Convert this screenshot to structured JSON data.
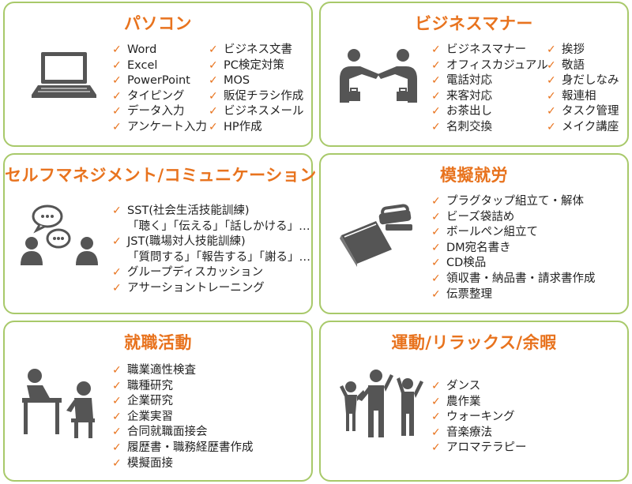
{
  "colors": {
    "accent": "#e8731e",
    "border": "#a8c96a",
    "icon": "#555555"
  },
  "check_mark": "✓",
  "cards": [
    {
      "title": "パソコン",
      "icon": "laptop-icon",
      "columns": [
        {
          "items": [
            {
              "text": "Word"
            },
            {
              "text": "Excel"
            },
            {
              "text": "PowerPoint"
            },
            {
              "text": "タイピング"
            },
            {
              "text": "データ入力"
            },
            {
              "text": "アンケート入力"
            }
          ]
        },
        {
          "items": [
            {
              "text": "ビジネス文書"
            },
            {
              "text": "PC検定対策"
            },
            {
              "text": "MOS"
            },
            {
              "text": "販促チラシ作成"
            },
            {
              "text": "ビジネスメール"
            },
            {
              "text": "HP作成"
            }
          ]
        }
      ]
    },
    {
      "title": "ビジネスマナー",
      "icon": "handshake-icon",
      "columns": [
        {
          "items": [
            {
              "text": "ビジネスマナー"
            },
            {
              "text": "オフィスカジュアル"
            },
            {
              "text": "電話対応"
            },
            {
              "text": "来客対応"
            },
            {
              "text": "お茶出し"
            },
            {
              "text": "名刺交換"
            }
          ]
        },
        {
          "items": [
            {
              "text": "挨拶"
            },
            {
              "text": "敬語"
            },
            {
              "text": "身だしなみ"
            },
            {
              "text": "報連相"
            },
            {
              "text": "タスク管理"
            },
            {
              "text": "メイク講座"
            }
          ]
        }
      ]
    },
    {
      "title": "セルフマネジメント/コミュニケーション",
      "icon": "conversation-icon",
      "columns": [
        {
          "items": [
            {
              "text": "SST(社会生活技能訓練)",
              "sub": "「聴く」「伝える」「話しかける」…"
            },
            {
              "text": "JST(職場対人技能訓練)",
              "sub": "「質問する」「報告する」「謝る」…"
            },
            {
              "text": "グループディスカッション"
            },
            {
              "text": "アサーショントレーニング"
            }
          ]
        }
      ]
    },
    {
      "title": "模擬就労",
      "icon": "stapler-book-icon",
      "columns": [
        {
          "items": [
            {
              "text": "プラグタップ組立て・解体"
            },
            {
              "text": "ビーズ袋詰め"
            },
            {
              "text": "ボールペン組立て"
            },
            {
              "text": "DM宛名書き"
            },
            {
              "text": "CD検品"
            },
            {
              "text": "領収書・納品書・請求書作成"
            },
            {
              "text": "伝票整理"
            }
          ]
        }
      ]
    },
    {
      "title": "就職活動",
      "icon": "interview-icon",
      "columns": [
        {
          "items": [
            {
              "text": "職業適性検査"
            },
            {
              "text": "職種研究"
            },
            {
              "text": "企業研究"
            },
            {
              "text": "企業実習"
            },
            {
              "text": "合同就職面接会"
            },
            {
              "text": "履歴書・職務経歴書作成"
            },
            {
              "text": "模擬面接"
            }
          ]
        }
      ]
    },
    {
      "title": "運動/リラックス/余暇",
      "icon": "dancing-people-icon",
      "columns": [
        {
          "items": [
            {
              "text": "ダンス"
            },
            {
              "text": "農作業"
            },
            {
              "text": "ウォーキング"
            },
            {
              "text": "音楽療法"
            },
            {
              "text": "アロマテラピー"
            }
          ]
        }
      ]
    }
  ]
}
